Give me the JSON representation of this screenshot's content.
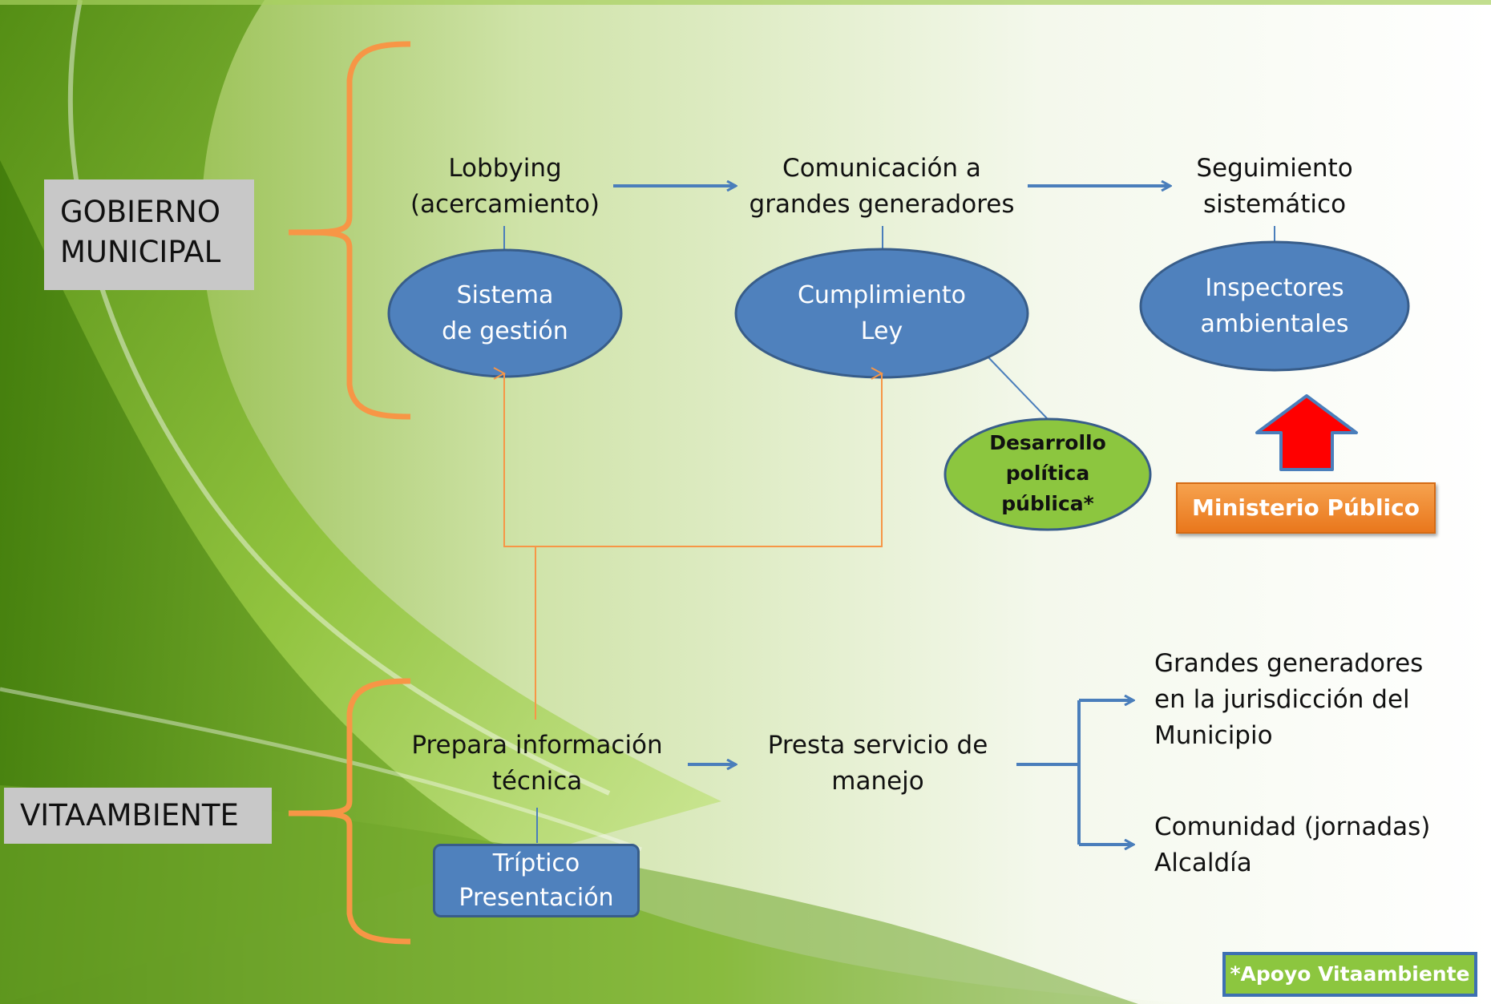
{
  "left_labels": {
    "gobierno": "GOBIERNO\nMUNICIPAL",
    "vita": "VITAAMBIENTE"
  },
  "top_row": {
    "lobbying": "Lobbying\n(acercamiento)",
    "comunicacion": "Comunicación a\ngrandes generadores",
    "seguimiento": "Seguimiento\nsistemático"
  },
  "ellipses": {
    "sistema": "Sistema\nde gestión",
    "cumplimiento": "Cumplimiento\nLey",
    "inspectores": "Inspectores\nambientales",
    "desarrollo": "Desarrollo\npolítica\npública*"
  },
  "ministerio": "Ministerio Público",
  "bottom_row": {
    "prepara": "Prepara información\ntécnica",
    "presta": "Presta servicio de\nmanejo",
    "grandes": "Grandes generadores\nen la jurisdicción del\nMunicipio",
    "comunidad": "Comunidad (jornadas)\nAlcaldía"
  },
  "triptico": "Tríptico\nPresentación",
  "apoyo": "*Apoyo Vitaambiente",
  "colors": {
    "blue_node": "#4f81bd",
    "green_node": "#8cc63f",
    "orange_bracket": "#f79646",
    "arrow_blue": "#4a7ebb",
    "red_arrow": "#ff0000"
  }
}
